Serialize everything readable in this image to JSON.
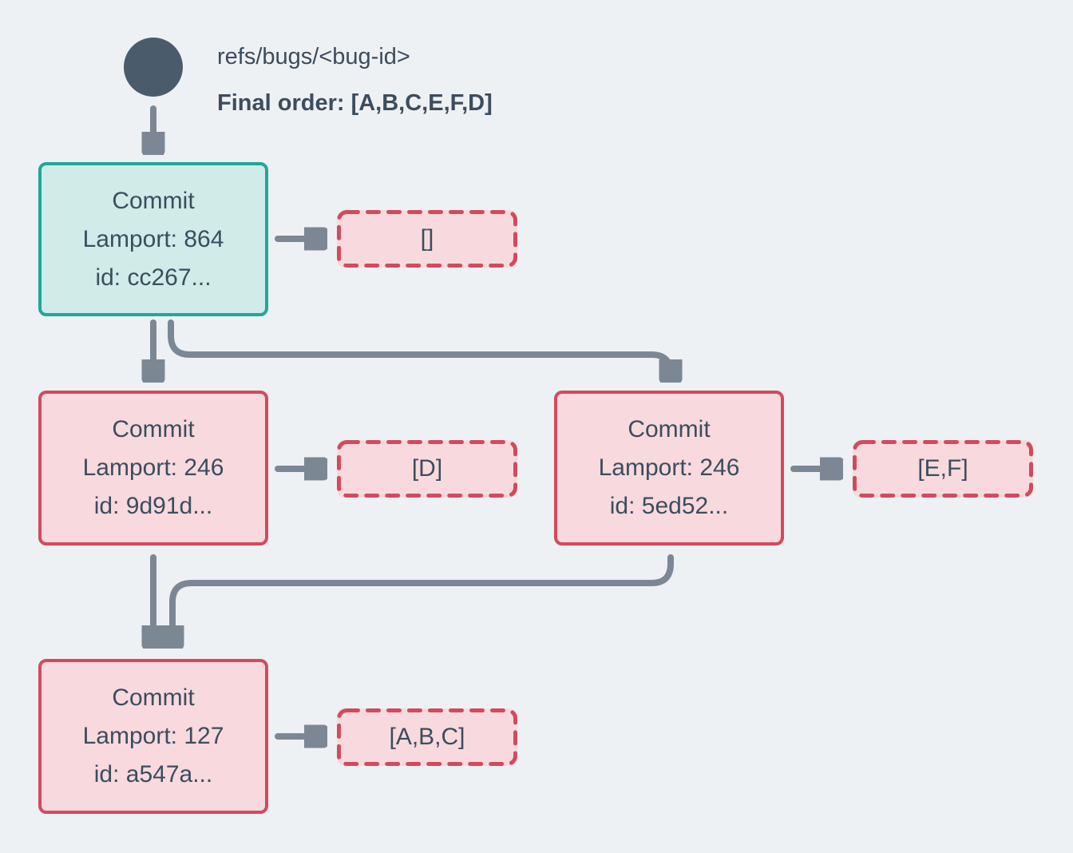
{
  "header": {
    "ref_label": "refs/bugs/<bug-id>",
    "final_order_label": "Final order: [A,B,C,E,F,D]"
  },
  "nodes": {
    "root": {
      "title": "Commit",
      "lamport": "Lamport: 864",
      "id": "id: cc267...",
      "operations": "[]"
    },
    "left": {
      "title": "Commit",
      "lamport": "Lamport: 246",
      "id": "id: 9d91d...",
      "operations": "[D]"
    },
    "right": {
      "title": "Commit",
      "lamport": "Lamport: 246",
      "id": "id: 5ed52...",
      "operations": "[E,F]"
    },
    "bottom": {
      "title": "Commit",
      "lamport": "Lamport: 127",
      "id": "id: a547a...",
      "operations": "[A,B,C]"
    }
  },
  "edges": [
    {
      "from": "refs/bugs/<bug-id>",
      "to": "cc267"
    },
    {
      "from": "cc267",
      "to": "9d91d"
    },
    {
      "from": "cc267",
      "to": "5ed52"
    },
    {
      "from": "cc267",
      "to": "operations []"
    },
    {
      "from": "9d91d",
      "to": "a547a"
    },
    {
      "from": "5ed52",
      "to": "a547a"
    },
    {
      "from": "9d91d",
      "to": "operations [D]"
    },
    {
      "from": "5ed52",
      "to": "operations [E,F]"
    },
    {
      "from": "a547a",
      "to": "operations [A,B,C]"
    }
  ],
  "colors": {
    "background": "#eef1f4",
    "ref_dot": "#4a5b6c",
    "text": "#3b4d5e",
    "arrow": "#7b8894",
    "teal_border": "#1fa898",
    "teal_fill": "#d0ebe8",
    "red_border": "#d24a5f",
    "pink_fill": "#f7d9de",
    "pink_fill_dashed": "#f8dade"
  }
}
